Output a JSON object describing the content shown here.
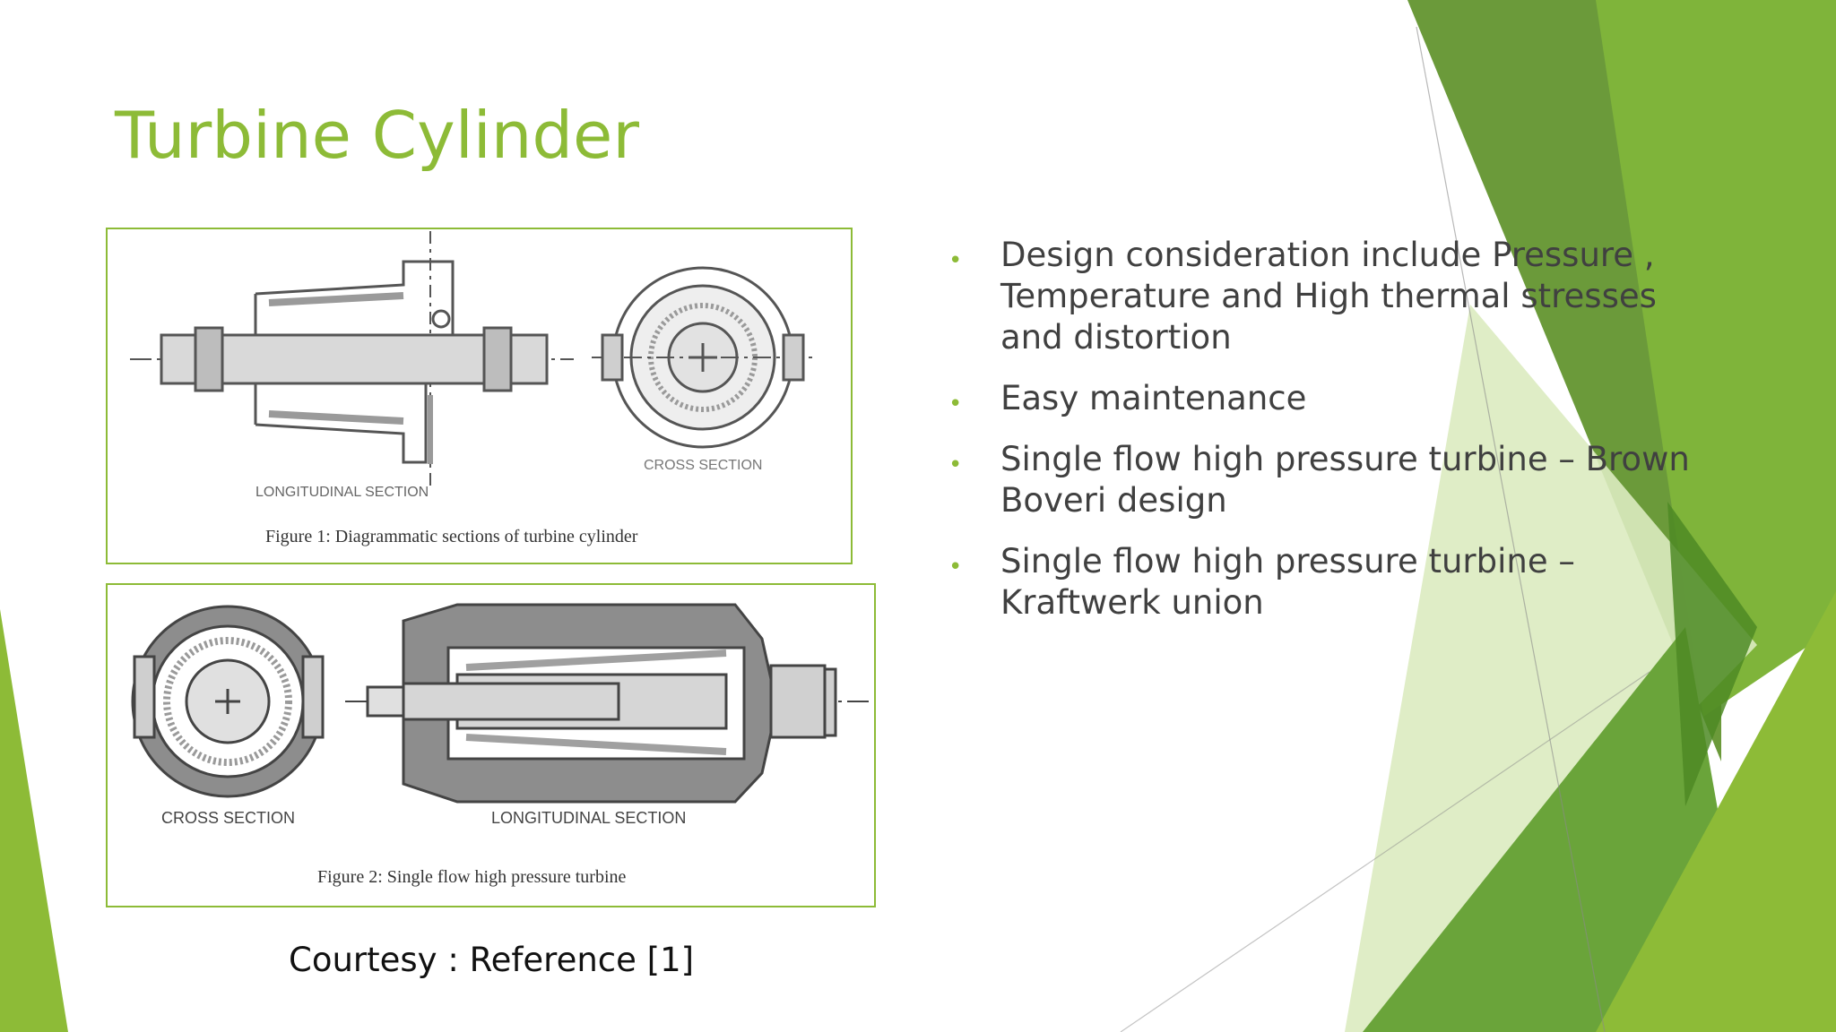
{
  "slide": {
    "title": "Turbine Cylinder",
    "courtesy": "Courtesy : Reference [1]"
  },
  "figure1": {
    "label_longitudinal": "LONGITUDINAL SECTION",
    "label_cross": "CROSS SECTION",
    "caption": "Figure 1:  Diagrammatic sections of turbine cylinder"
  },
  "figure2": {
    "label_cross": "CROSS SECTION",
    "label_longitudinal": "LONGITUDINAL SECTION",
    "caption": "Figure 2:  Single flow high pressure turbine"
  },
  "bullets": [
    "Design consideration include Pressure , Temperature and High thermal stresses and distortion",
    "Easy maintenance",
    "Single flow high pressure turbine – Brown Boveri design",
    "Single flow high pressure turbine – Kraftwerk union"
  ],
  "colors": {
    "accent": "#8dbb37",
    "dark_green": "#5d8c2a",
    "light_green": "#c9e29a",
    "text": "#404040"
  }
}
